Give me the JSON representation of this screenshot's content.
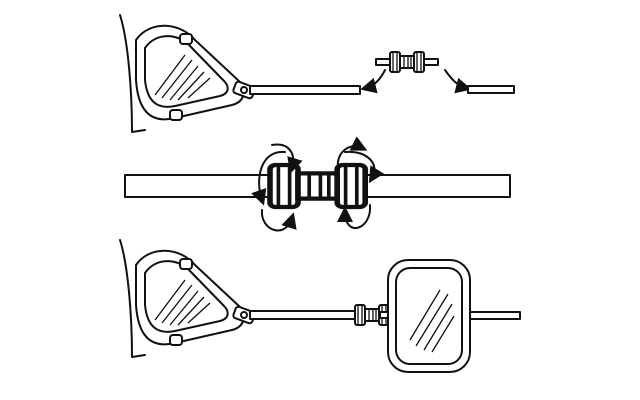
{
  "colors": {
    "line": "#111111",
    "background": "#ffffff"
  },
  "steps": [
    {
      "id": "remove-connector",
      "icons": [
        "mirror-assembly-icon",
        "connector-icon",
        "rod-end-icon",
        "arrow-icon"
      ]
    },
    {
      "id": "rotate-connector",
      "icons": [
        "rod-icon",
        "threaded-connector-icon",
        "rotate-arrow-icon"
      ]
    },
    {
      "id": "attach-mirror",
      "icons": [
        "mirror-assembly-icon",
        "connector-icon",
        "mirror-head-icon"
      ]
    }
  ]
}
